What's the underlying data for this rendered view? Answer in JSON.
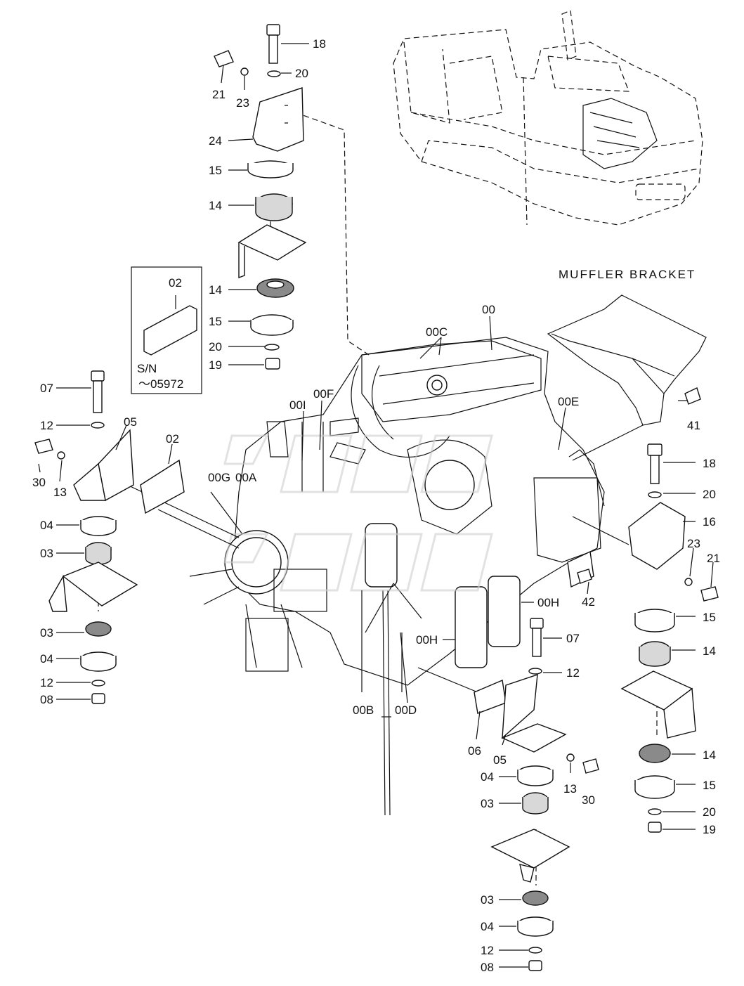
{
  "title": "MUFFLER BRACKET",
  "serial_box": {
    "part": "02",
    "serial_prefix": "S/N",
    "serial_range": "～05972"
  },
  "labels": {
    "l18a": "18",
    "l21a": "21",
    "l23a": "23",
    "l20a": "20",
    "l24": "24",
    "l15a": "15",
    "l14a": "14",
    "l14b": "14",
    "l15b": "15",
    "l20b": "20",
    "l19a": "19",
    "l07a": "07",
    "l12a": "12",
    "l05a": "05",
    "l02b": "02",
    "l30a": "30",
    "l13a": "13",
    "l04a": "04",
    "l03a": "03",
    "l03b": "03",
    "l04b": "04",
    "l12b": "12",
    "l08a": "08",
    "l00": "00",
    "l00C": "00C",
    "l00I": "00I",
    "l00F": "00F",
    "l00E": "00E",
    "l00G": "00G",
    "l00A": "00A",
    "l41": "41",
    "l18b": "18",
    "l20c": "20",
    "l16": "16",
    "l23b": "23",
    "l21b": "21",
    "l42": "42",
    "l00Ha": "00H",
    "l00Hb": "00H",
    "l15c": "15",
    "l14c": "14",
    "l07b": "07",
    "l12c": "12",
    "l00B": "00B",
    "l00D": "00D",
    "l06": "06",
    "l05b": "05",
    "l04c": "04",
    "l13b": "13",
    "l30b": "30",
    "l03c": "03",
    "l14d": "14",
    "l15d": "15",
    "l20d": "20",
    "l19b": "19",
    "l03d": "03",
    "l04d": "04",
    "l12d": "12",
    "l08b": "08"
  }
}
